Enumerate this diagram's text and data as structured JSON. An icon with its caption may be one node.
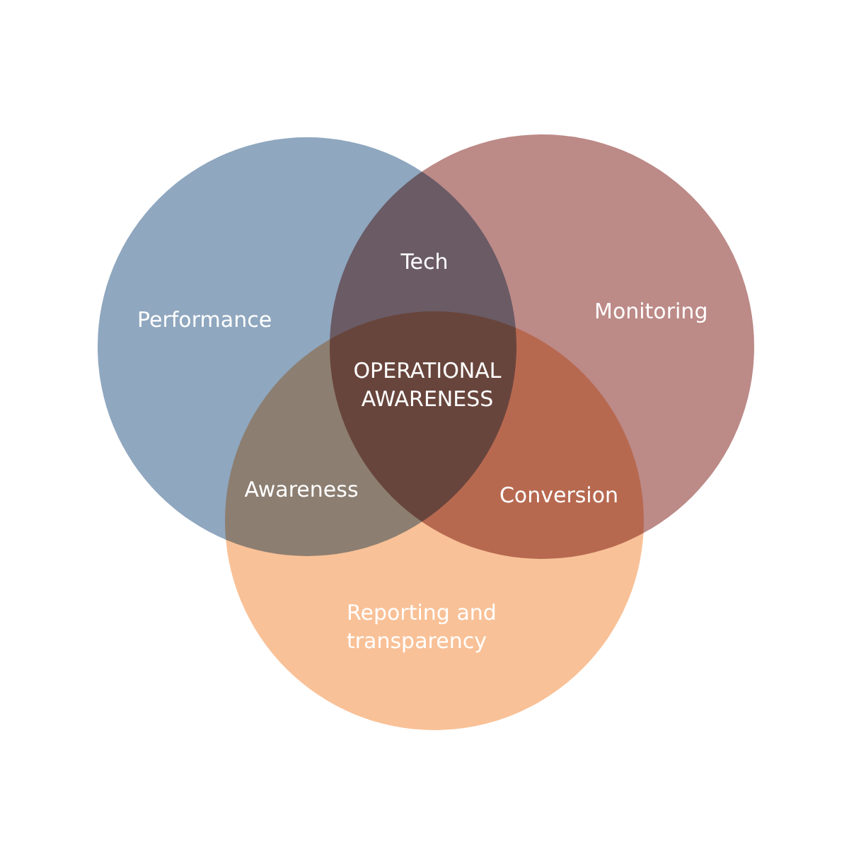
{
  "diagram": {
    "nodes": [
      {
        "text": [
          "Performance"
        ]
      },
      {
        "text": [
          "Monitoring"
        ]
      },
      {
        "text": [
          "Reporting and transparency"
        ]
      }
    ],
    "edges": [],
    "labels": [
      "Tech",
      "OPERATIONAL AWARENESS",
      "Awareness",
      "Conversion"
    ]
  }
}
